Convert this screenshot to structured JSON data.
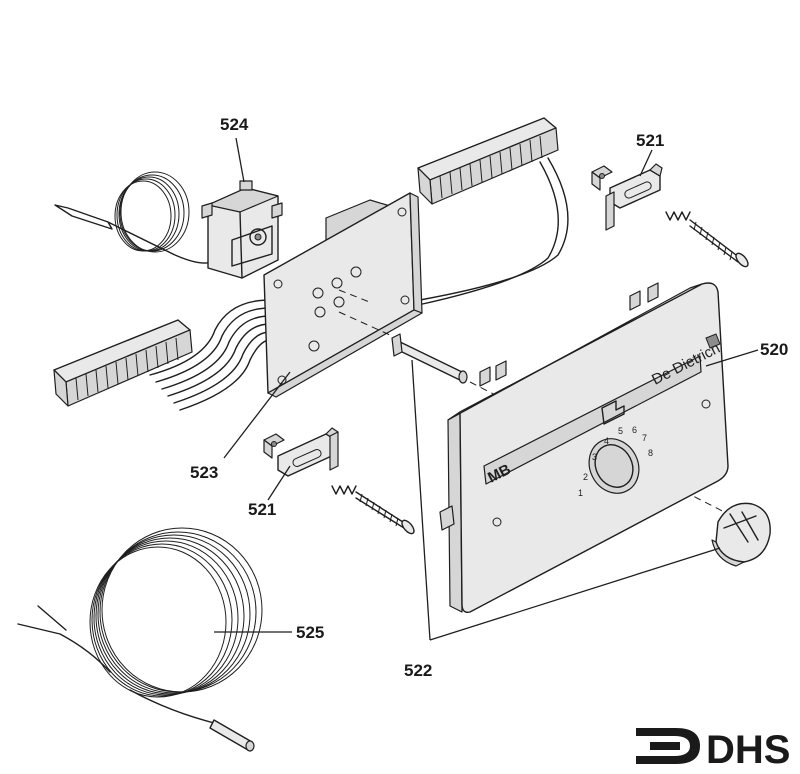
{
  "callouts": {
    "c524": "524",
    "c521_top": "521",
    "c520": "520",
    "c523": "523",
    "c521_bottom": "521",
    "c525": "525",
    "c522": "522"
  },
  "panel": {
    "brand": "De Dietrich",
    "model": "MB",
    "dial_numbers": [
      "1",
      "2",
      "3",
      "4",
      "5",
      "6",
      "7",
      "8"
    ]
  },
  "logo": {
    "text": "DHS"
  }
}
